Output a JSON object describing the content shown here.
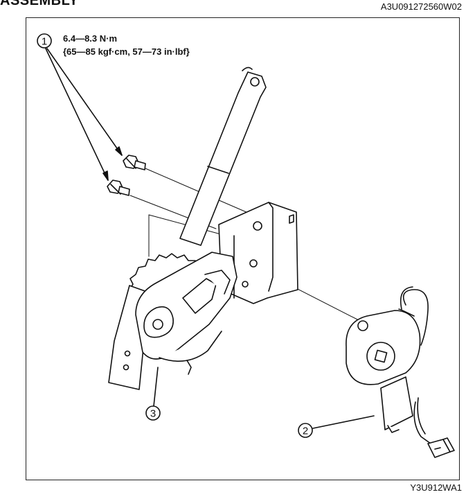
{
  "header": {
    "title": "ASSEMBLY",
    "code": "A3U091272560W02"
  },
  "footer": {
    "code": "Y3U912WA1"
  },
  "torque": {
    "line1": "6.4—8.3 N·m",
    "line2": "{65—85 kgf·cm, 57—73 in·lbf}"
  },
  "callouts": {
    "c1": "1",
    "c2": "2",
    "c3": "3"
  }
}
